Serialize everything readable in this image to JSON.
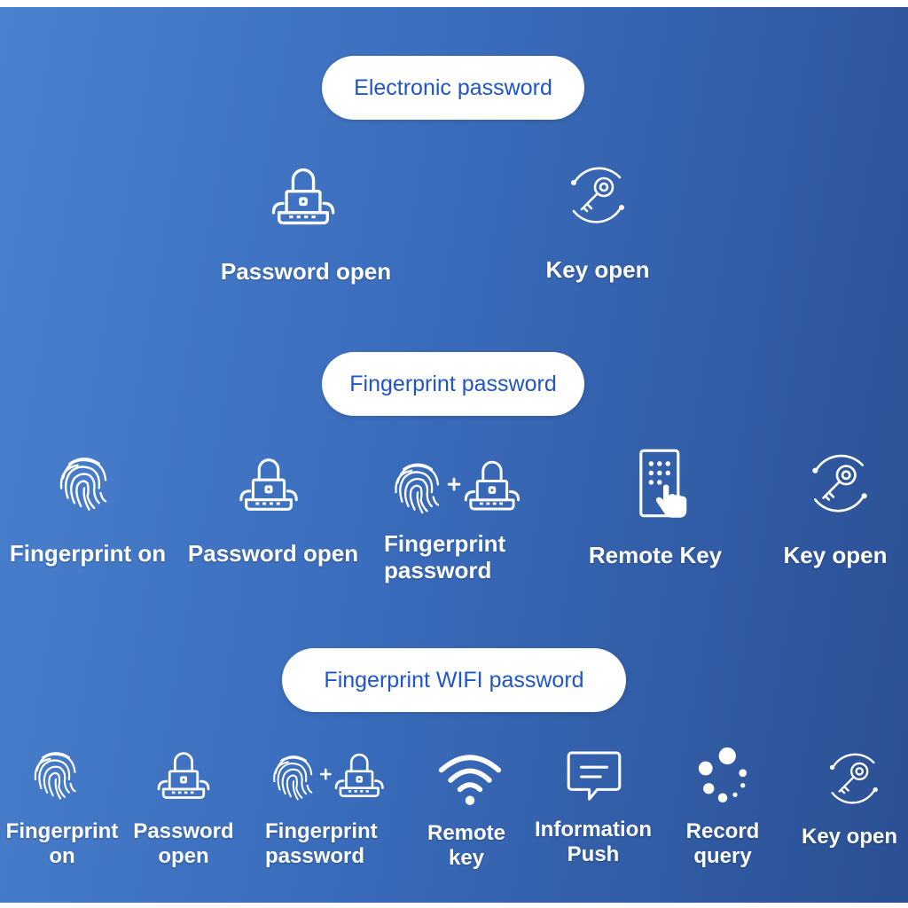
{
  "sections": [
    {
      "title": "Electronic password",
      "items": [
        {
          "label": "Password open",
          "icon": "padlock-keypad-icon"
        },
        {
          "label": "Key open",
          "icon": "key-circle-icon"
        }
      ]
    },
    {
      "title": "Fingerprint password",
      "items": [
        {
          "label": "Fingerprint on",
          "icon": "fingerprint-icon"
        },
        {
          "label": "Password open",
          "icon": "padlock-keypad-icon"
        },
        {
          "label": "Fingerprint\npassword",
          "icon": "fingerprint-plus-lock-icon"
        },
        {
          "label": "Remote Key",
          "icon": "phone-touch-icon"
        },
        {
          "label": "Key open",
          "icon": "key-circle-icon"
        }
      ]
    },
    {
      "title": "Fingerprint WIFI password",
      "items": [
        {
          "label": "Fingerprint\non",
          "icon": "fingerprint-icon"
        },
        {
          "label": "Password\nopen",
          "icon": "padlock-keypad-icon"
        },
        {
          "label": "Fingerprint\npassword",
          "icon": "fingerprint-plus-lock-icon"
        },
        {
          "label": "Remote\nkey",
          "icon": "wifi-icon"
        },
        {
          "label": "Information\nPush",
          "icon": "message-icon"
        },
        {
          "label": "Record\nquery",
          "icon": "dots-circle-icon"
        },
        {
          "label": "Key open",
          "icon": "key-circle-icon"
        }
      ]
    }
  ],
  "colors": {
    "bg_left": "#4a82cf",
    "bg_right": "#2b4f93",
    "pill_text": "#1f55c8",
    "icon": "#ffffff"
  }
}
